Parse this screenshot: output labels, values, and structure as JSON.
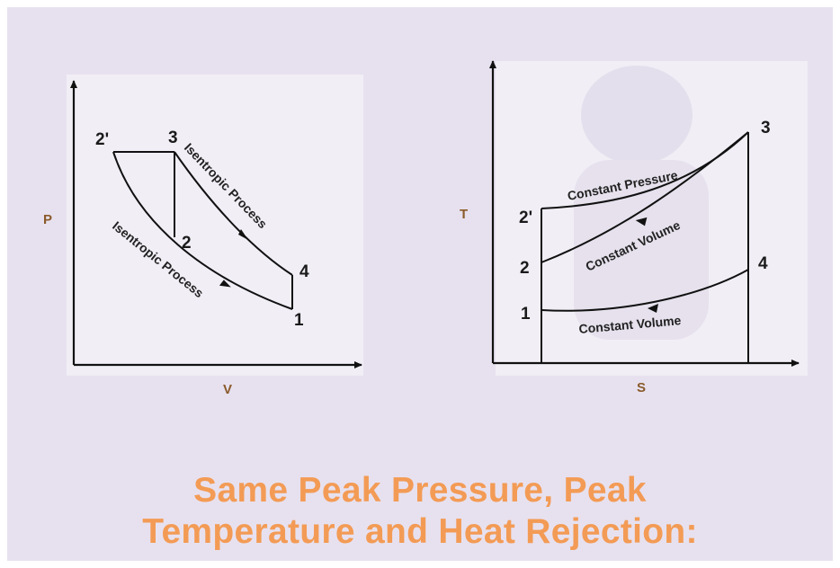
{
  "pv_diagram": {
    "y_axis_label": "P",
    "x_axis_label": "V",
    "point_labels": {
      "p2prime": "2'",
      "p3": "3",
      "p2": "2",
      "p4": "4",
      "p1": "1"
    },
    "process_labels": {
      "upper": "Isentropic Process",
      "lower": "Isentropic Process"
    }
  },
  "ts_diagram": {
    "y_axis_label": "T",
    "x_axis_label": "S",
    "point_labels": {
      "p2prime": "2'",
      "p3": "3",
      "p2": "2",
      "p4": "4",
      "p1": "1"
    },
    "process_labels": {
      "constant_pressure": "Constant Pressure",
      "constant_volume_upper": "Constant Volume",
      "constant_volume_lower": "Constant Volume"
    }
  },
  "headline": {
    "line1": "Same Peak Pressure, Peak",
    "line2": "Temperature and Heat Rejection:"
  },
  "colors": {
    "background": "#e7e1ef",
    "panel": "#f1eef6",
    "headline": "#f39b55",
    "axis_label": "#8a5a2a"
  }
}
